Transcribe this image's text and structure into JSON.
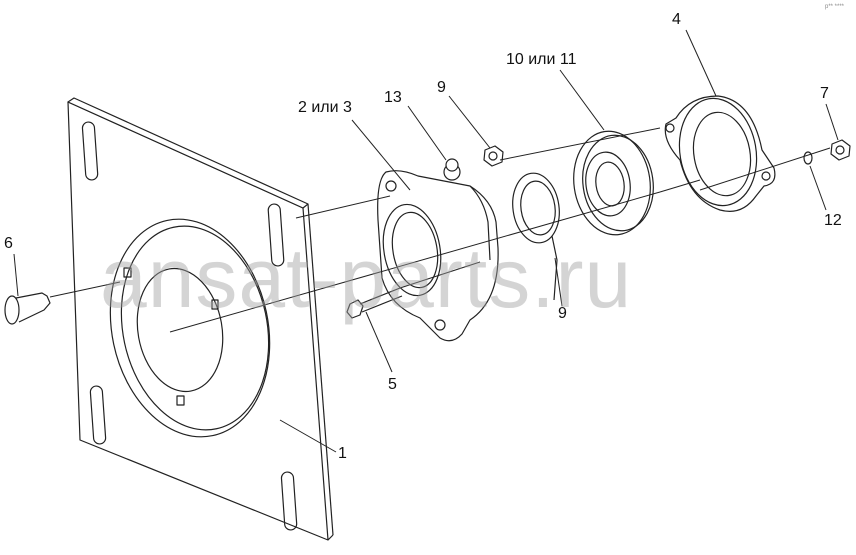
{
  "callouts": {
    "c1": "1",
    "c2": "2 или 3",
    "c4": "4",
    "c5": "5",
    "c6": "6",
    "c7": "7",
    "c9a": "9",
    "c9b": "9",
    "c10": "10 или 11",
    "c12": "12",
    "c13": "13"
  },
  "watermark": "ansat-parts.ru",
  "corner_mark": "p** ****"
}
